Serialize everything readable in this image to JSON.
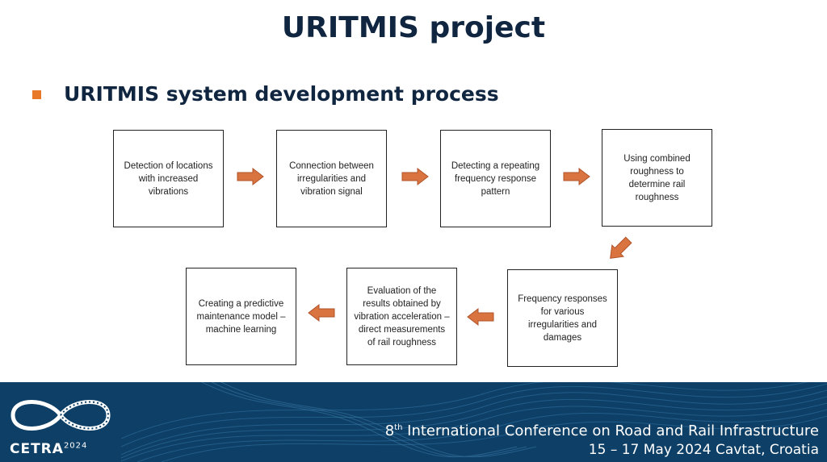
{
  "title": "URITMIS project",
  "subtitle": "URITMIS system development process",
  "steps": [
    "Detection of locations with increased vibrations",
    "Connection between irregularities and vibration signal",
    "Detecting a repeating frequency response pattern",
    "Using combined roughness to determine rail roughness",
    "Frequency responses for various irregularities and damages",
    "Evaluation of the results obtained by vibration acceleration – direct measurements of rail roughness",
    "Creating a predictive maintenance model – machine learning"
  ],
  "footer": {
    "brand": "CETRA",
    "brand_year": "2024",
    "conference_ordinal": "8",
    "conference_sup": "th",
    "conference_name": " International Conference on Road and Rail Infrastructure",
    "dates": "15 – 17 May 2024 Cavtat, Croatia"
  },
  "colors": {
    "arrow": "#d9733f",
    "title": "#0f2540",
    "footer_bg": "#0e3f66",
    "bullet": "#e8792b"
  }
}
